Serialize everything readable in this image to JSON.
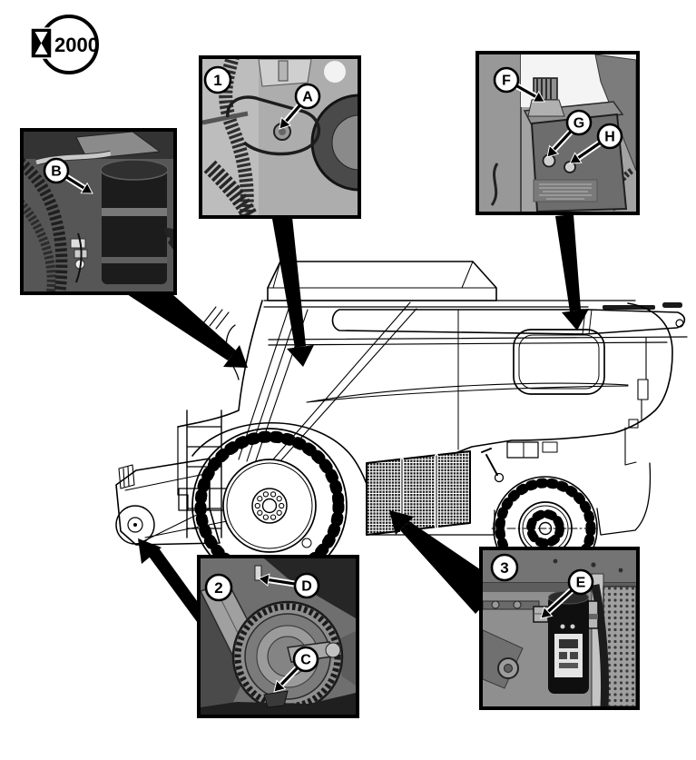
{
  "figure": {
    "description": "combine-harvester service points diagram",
    "interval_badge": {
      "value": "2000",
      "icon": "hourglass-icon"
    },
    "insets": {
      "detail_1": {
        "number": "1",
        "callouts": {
          "a": "A"
        }
      },
      "detail_b": {
        "callouts": {
          "b": "B"
        }
      },
      "detail_fgh": {
        "callouts": {
          "f": "F",
          "g": "G",
          "h": "H"
        }
      },
      "detail_2": {
        "number": "2",
        "callouts": {
          "d": "D",
          "c": "C"
        }
      },
      "detail_3": {
        "number": "3",
        "callouts": {
          "e": "E"
        }
      }
    },
    "colors": {
      "line": "#000000",
      "photo_gray": "#9a9a9a",
      "background": "#ffffff"
    }
  }
}
